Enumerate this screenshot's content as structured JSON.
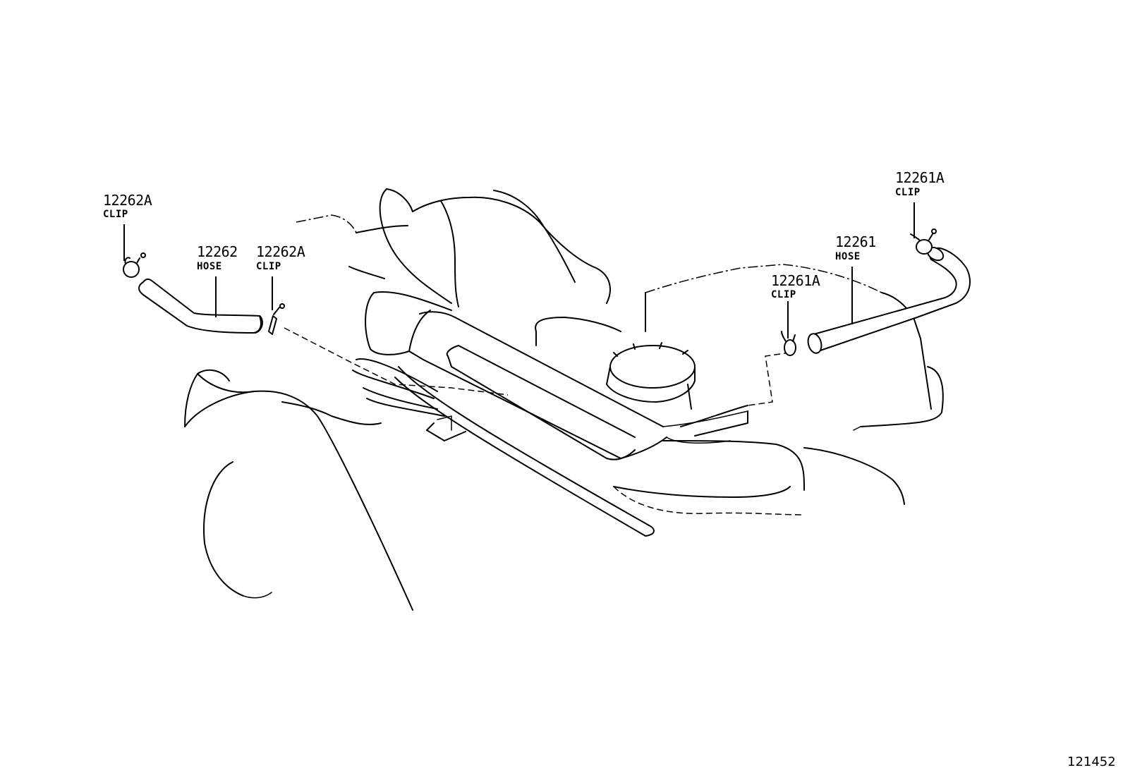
{
  "parts": [
    {
      "id": "clip-12262a-left",
      "number": "12262A",
      "name": "CLIP"
    },
    {
      "id": "hose-12262",
      "number": "12262",
      "name": "HOSE"
    },
    {
      "id": "clip-12262a-right",
      "number": "12262A",
      "name": "CLIP"
    },
    {
      "id": "clip-12261a-top",
      "number": "12261A",
      "name": "CLIP"
    },
    {
      "id": "hose-12261",
      "number": "12261",
      "name": "HOSE"
    },
    {
      "id": "clip-12261a-mid",
      "number": "12261A",
      "name": "CLIP"
    }
  ],
  "figure_id": "121452"
}
